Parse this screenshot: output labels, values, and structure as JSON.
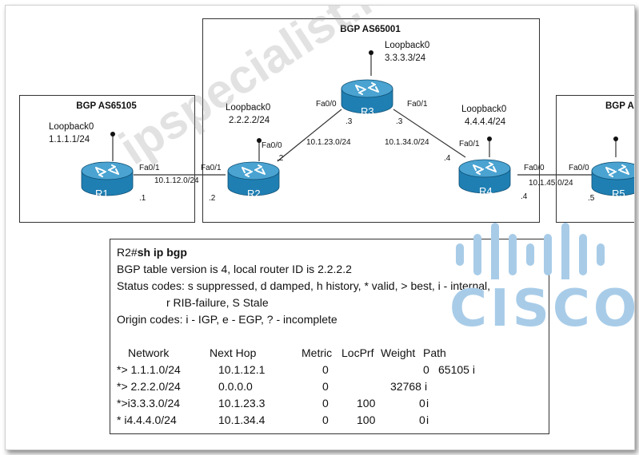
{
  "as_boxes": {
    "as65105": "BGP AS65105",
    "as65001": "BGP AS65001",
    "as_right": "BGP A"
  },
  "routers": {
    "r1": {
      "name": "R1",
      "loopback": "Loopback0",
      "loopback_ip": "1.1.1.1/24",
      "if_fa01": "Fa0/1",
      "host_suffix": ".1"
    },
    "r2": {
      "name": "R2",
      "loopback": "Loopback0",
      "loopback_ip": "2.2.2.2/24",
      "if_fa01": "Fa0/1",
      "if_fa00": "Fa0/0",
      "host_suffix_left": ".2",
      "host_suffix_top": ".2"
    },
    "r3": {
      "name": "R3",
      "loopback": "Loopback0",
      "loopback_ip": "3.3.3.3/24",
      "if_fa00": "Fa0/0",
      "if_fa01": "Fa0/1",
      "host_suffix_left": ".3",
      "host_suffix_right": ".3"
    },
    "r4": {
      "name": "R4",
      "loopback": "Loopback0",
      "loopback_ip": "4.4.4.4/24",
      "if_fa01": "Fa0/1",
      "if_fa00": "Fa0/0",
      "host_suffix_top": ".4",
      "host_suffix_right": ".4"
    },
    "r5": {
      "name": "R5",
      "if_fa00": "Fa0/0",
      "host_suffix": ".5"
    }
  },
  "links": {
    "r1_r2": "10.1.12.0/24",
    "r2_r3": "10.1.23.0/24",
    "r3_r4": "10.1.34.0/24",
    "r4_r5": "10.1.45.0/24"
  },
  "terminal": {
    "prompt": "R2#",
    "command": "sh ip bgp",
    "line_version": "BGP table version is 4, local router ID is 2.2.2.2",
    "line_status": "Status codes: s suppressed, d damped, h history, * valid, > best, i - internal,",
    "line_status2": "r RIB-failure, S Stale",
    "line_origin": "Origin codes: i - IGP, e - EGP, ? - incomplete",
    "headers": {
      "network": "Network",
      "next_hop": "Next Hop",
      "metric": "Metric",
      "locprf": "LocPrf",
      "weight": "Weight",
      "path": "Path"
    },
    "rows": [
      {
        "network": "*> 1.1.1.0/24",
        "next_hop": "10.1.12.1",
        "metric": "0",
        "locprf": "",
        "weight": "0",
        "path": "65105 i"
      },
      {
        "network": "*> 2.2.2.0/24",
        "next_hop": "0.0.0.0",
        "metric": "0",
        "locprf": "",
        "weight": "32768",
        "path": "i"
      },
      {
        "network": "*>i3.3.3.0/24",
        "next_hop": "10.1.23.3",
        "metric": "0",
        "locprf": "100",
        "weight": "0",
        "path": "i"
      },
      {
        "network": "*  i4.4.4.0/24",
        "next_hop": "10.1.34.4",
        "metric": "0",
        "locprf": "100",
        "weight": "0",
        "path": "i"
      }
    ]
  },
  "watermark": "ipspecialist.net",
  "logo": {
    "word": "CISCO",
    "color": "#a8cce8"
  },
  "colors": {
    "router_body": "#1f7fb3",
    "router_top": "#4aa3d1"
  }
}
